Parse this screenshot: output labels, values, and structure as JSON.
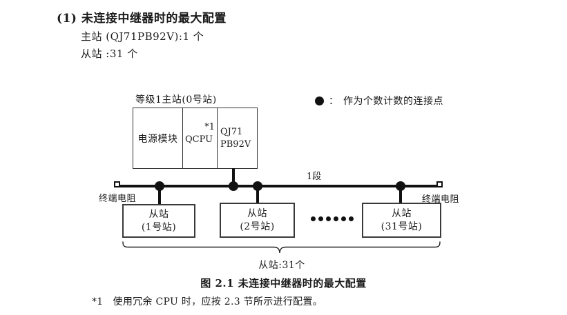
{
  "colors": {
    "ink": "#1a1a1a",
    "line": "#111111",
    "box_border": "#2f2f2f",
    "background": "#ffffff"
  },
  "intro": {
    "heading": "(1) 未连接中继器时的最大配置",
    "master_count_line": "主站 (QJ71PB92V):1 个",
    "slave_count_line": "从站 :31 个"
  },
  "legend": {
    "symbol": "connection-point-dot",
    "separator": "：",
    "label": "作为个数计数的连接点"
  },
  "diagram": {
    "master": {
      "label": "等级1主站(0号站)",
      "cells": {
        "power": "电源模块",
        "cpu": "QCPU",
        "cpu_note": "*1",
        "pb_line1": "QJ71",
        "pb_line2": "PB92V"
      }
    },
    "segment_label": "1段",
    "terminator_left_label": "终端电阻",
    "terminator_right_label": "终端电阻",
    "slaves": [
      {
        "line1": "从站",
        "line2": "(1号站)"
      },
      {
        "line1": "从站",
        "line2": "(2号站)"
      },
      {
        "line1": "从站",
        "line2": "(31号站)"
      }
    ],
    "slave_total_label": "从站:31个"
  },
  "caption": "图 2.1 未连接中继器时的最大配置",
  "footnote": {
    "marker": "*1",
    "text": "使用冗余 CPU 时，应按 2.3 节所示进行配置。"
  }
}
